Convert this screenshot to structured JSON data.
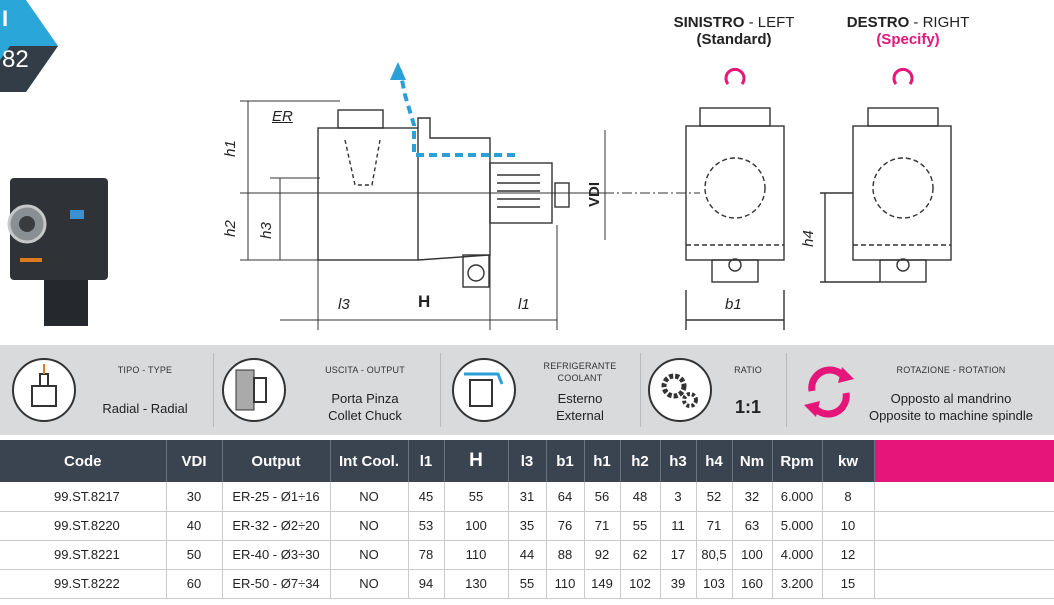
{
  "page_tab": {
    "line1": "I",
    "line2": "82"
  },
  "views": {
    "left": {
      "name": "SINISTRO",
      "sep": " - ",
      "name_en": "LEFT",
      "note": "(Standard)"
    },
    "right": {
      "name": "DESTRO",
      "sep": " - ",
      "name_en": "RIGHT",
      "note": "(Specify)"
    }
  },
  "dims": {
    "ER": "ER",
    "h1": "h1",
    "h2": "h2",
    "h3": "h3",
    "h4": "h4",
    "l1": "l1",
    "l3": "l3",
    "H": "H",
    "b1": "b1",
    "VDI": "VDI"
  },
  "specs": [
    {
      "title": "TIPO - TYPE",
      "line1": "Radial - Radial",
      "line2": ""
    },
    {
      "title": "USCITA - OUTPUT",
      "line1": "Porta Pinza",
      "line2": "Collet Chuck"
    },
    {
      "title": "REFRIGERANTE",
      "title2": "COOLANT",
      "line1": "Esterno",
      "line2": "External"
    },
    {
      "title": "RATIO",
      "line1": "1:1",
      "line2": ""
    },
    {
      "title": "ROTAZIONE - ROTATION",
      "line1": "Opposto al mandrino",
      "line2": "Opposite to machine spindle"
    }
  ],
  "table": {
    "headers": [
      "Code",
      "VDI",
      "Output",
      "Int Cool.",
      "l1",
      "H",
      "l3",
      "b1",
      "h1",
      "h2",
      "h3",
      "h4",
      "Nm",
      "Rpm",
      "kw"
    ],
    "rows": [
      [
        "99.ST.8217",
        "30",
        "ER-25 - Ø1÷16",
        "NO",
        "45",
        "55",
        "31",
        "64",
        "56",
        "48",
        "3",
        "52",
        "32",
        "6.000",
        "8"
      ],
      [
        "99.ST.8220",
        "40",
        "ER-32 - Ø2÷20",
        "NO",
        "53",
        "100",
        "35",
        "76",
        "71",
        "55",
        "11",
        "71",
        "63",
        "5.000",
        "10"
      ],
      [
        "99.ST.8221",
        "50",
        "ER-40 - Ø3÷30",
        "NO",
        "78",
        "110",
        "44",
        "88",
        "92",
        "62",
        "17",
        "80,5",
        "100",
        "4.000",
        "12"
      ],
      [
        "99.ST.8222",
        "60",
        "ER-50 - Ø7÷34",
        "NO",
        "94",
        "130",
        "55",
        "110",
        "149",
        "102",
        "39",
        "103",
        "160",
        "3.200",
        "15"
      ]
    ]
  },
  "colors": {
    "header": "#3a4350",
    "accent": "#e5157a",
    "coolant": "#2a9fd8",
    "band": "#d8dadc"
  }
}
